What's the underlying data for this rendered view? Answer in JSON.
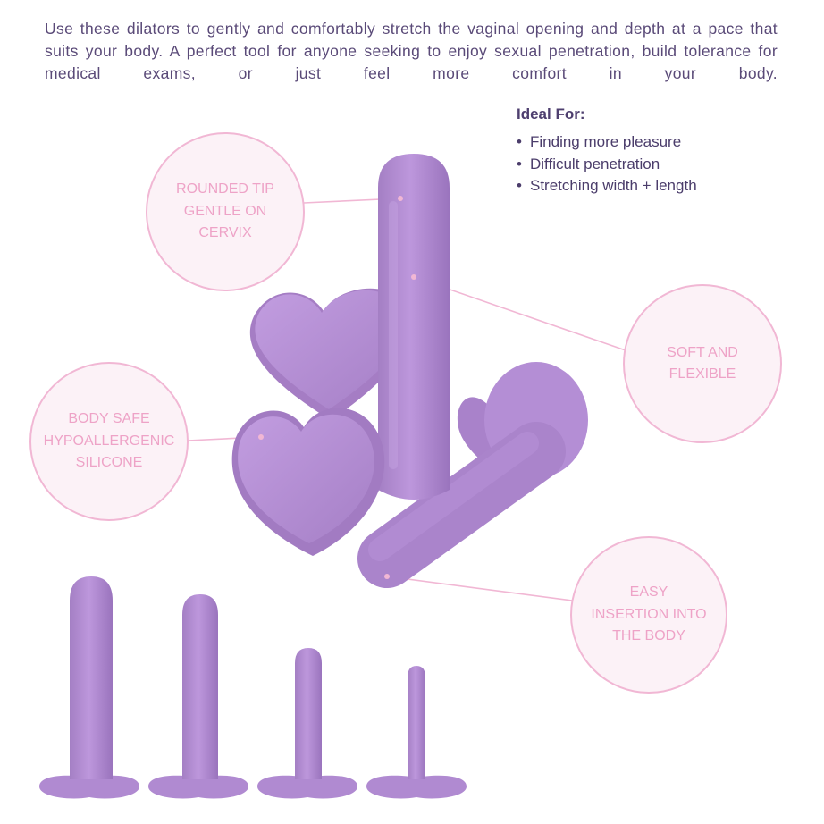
{
  "description": "Use these dilators to gently and comfortably stretch the vaginal opening and depth at a pace that suits your body. A perfect tool for anyone seeking to enjoy sexual penetration, build tolerance for medical exams, or just feel more comfort in your body.",
  "ideal_for": {
    "heading": "Ideal For:",
    "bullet": "•",
    "items": [
      "Finding more pleasure",
      "Difficult penetration",
      "Stretching width + length"
    ]
  },
  "callouts": {
    "rounded_tip": "ROUNDED TIP\nGENTLE ON\nCERVIX",
    "soft_flexible": "SOFT AND\nFLEXIBLE",
    "body_safe": "BODY SAFE\nHYPOALLERGENIC\nSILICONE",
    "easy_insertion": "EASY\nINSERTION INTO\nTHE BODY"
  },
  "colors": {
    "product": "#b68fd6",
    "callout_text": "#eea3c7",
    "callout_border": "#f1b7d4",
    "body_text": "#5a4a78"
  }
}
